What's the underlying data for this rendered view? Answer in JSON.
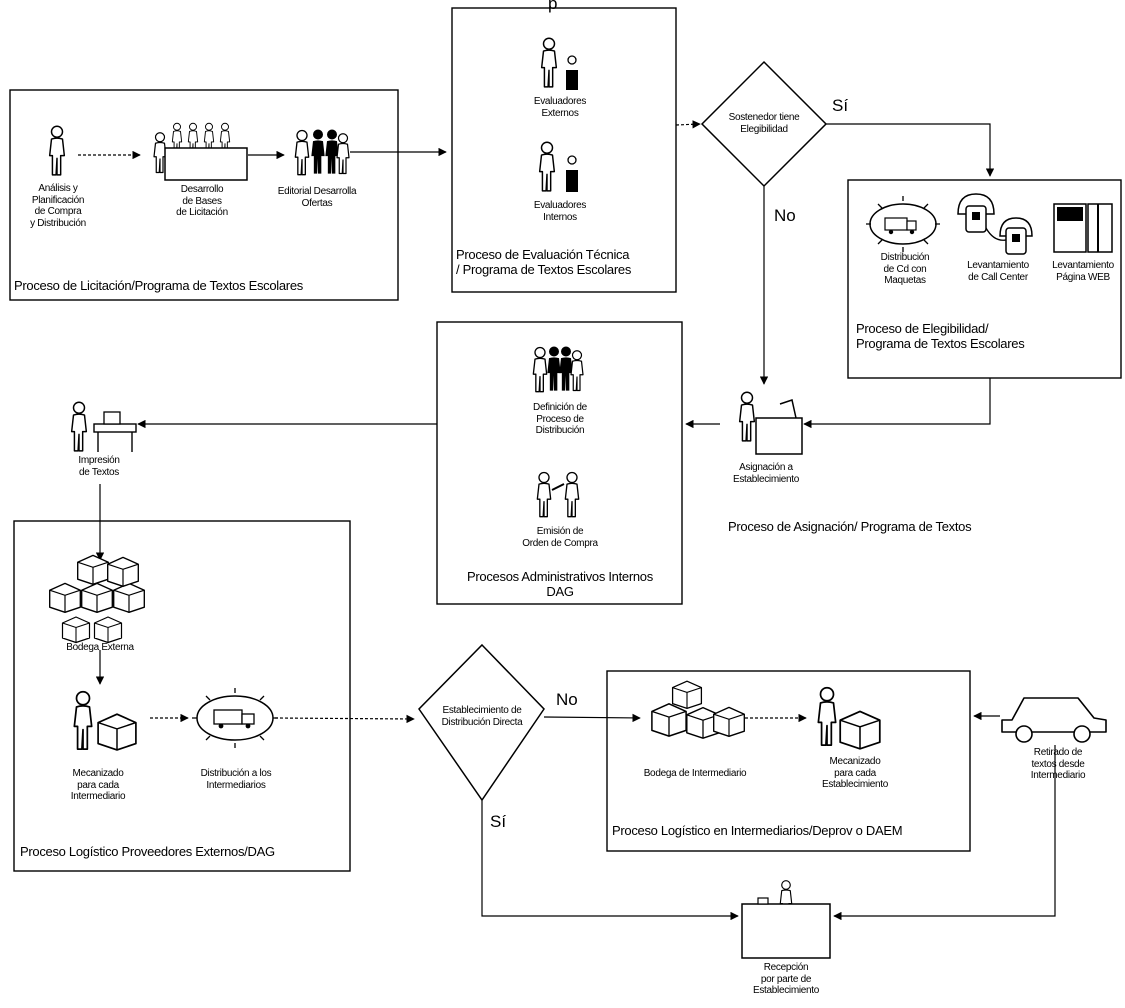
{
  "labels": {
    "analisis": "Análisis y\nPlanificación\nde Compra\ny Distribución",
    "desarrollo_bases": "Desarrollo\nde Bases\nde Licitación",
    "editorial": "Editorial Desarrolla\nOfertas",
    "evaluadores_externos": "Evaluadores\nExternos",
    "evaluadores_internos": "Evaluadores\nInternos",
    "diamond_top": "Sostenedor tiene\nElegibilidad",
    "si_top": "Sí",
    "no_top": "No",
    "distribucion_cd": "Distribución\nde Cd con\nMaquetas",
    "callcenter": "Levantamiento\nde Call Center",
    "web": "Levantamiento\nPágina WEB",
    "definicion": "Definición de\nProceso de\nDistribución",
    "emision": "Emisión de\nOrden de Compra",
    "asignacion": "Asignación a\nEstablecimiento",
    "asignacion_process": "Proceso de Asignación/ Programa de Textos",
    "impresion": "Impresión\nde Textos",
    "bodega_externa": "Bodega Externa",
    "mecanizado_inter": "Mecanizado\npara cada\nIntermediario",
    "distribucion_inter": "Distribución a los\nIntermediarios",
    "diamond_bottom": "Establecimiento de\nDistribución Directa",
    "no_bottom": "No",
    "si_bottom": "Sí",
    "bodega_inter": "Bodega de Intermediario",
    "mecanizado_estab": "Mecanizado\npara cada\nEstablecimiento",
    "retirado": "Retirado de\ntextos desde\nIntermediario",
    "recepcion": "Recepción\npor parte de\nEstablecimiento"
  },
  "process_boxes": {
    "licitacion": "Proceso de Licitación/Programa de Textos Escolares",
    "evaluacion": "Proceso de Evaluación Técnica\n/ Programa de Textos Escolares",
    "elegibilidad": "Proceso de Elegibilidad/\nPrograma de Textos Escolares",
    "administrativos": "Procesos Administrativos Internos\nDAG",
    "logistico_proveedores": "Proceso Logístico Proveedores Externos/DAG",
    "logistico_intermediarios": "Proceso Logístico en Intermediarios/Deprov o DAEM"
  },
  "header_fragment": "p",
  "colors": {
    "ink": "#000000",
    "background": "#ffffff"
  }
}
